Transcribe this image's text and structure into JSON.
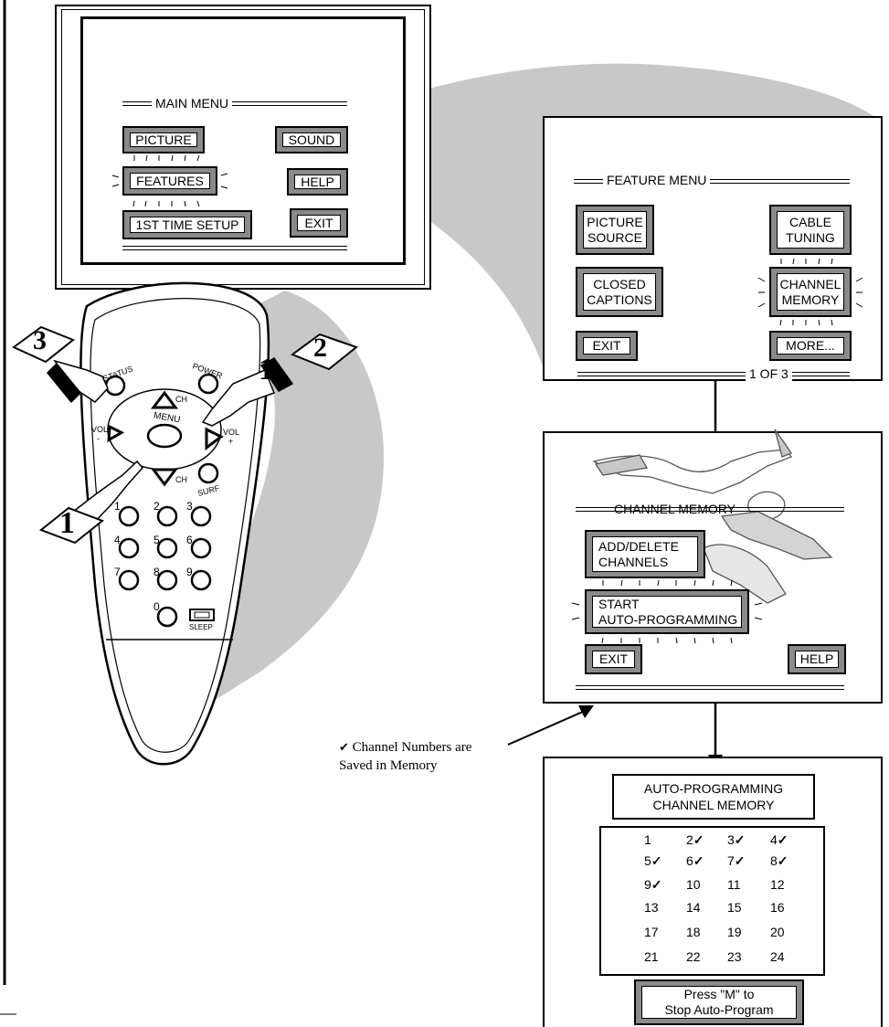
{
  "main_menu": {
    "title": "MAIN MENU",
    "picture": "PICTURE",
    "sound": "SOUND",
    "features": "FEATURES",
    "help": "HELP",
    "first_time_setup": "1ST TIME SETUP",
    "exit": "EXIT"
  },
  "remote": {
    "status": "STATUS",
    "power": "POWER",
    "ch_up": "CH",
    "ch_down": "CH",
    "menu": "MENU",
    "vol_minus": "VOL",
    "vol_minus_sign": "-",
    "vol_plus": "VOL",
    "vol_plus_sign": "+",
    "surf": "SURF",
    "sleep": "SLEEP",
    "digits": [
      "1",
      "2",
      "3",
      "4",
      "5",
      "6",
      "7",
      "8",
      "9",
      "0"
    ]
  },
  "steps": {
    "step_3": "3",
    "step_1_right": "1",
    "step_2": "2",
    "step_1_left": "1"
  },
  "feature_menu": {
    "title": "FEATURE MENU",
    "picture_source": "PICTURE\nSOURCE",
    "cable_tuning": "CABLE\nTUNING",
    "closed_captions": "CLOSED\nCAPTIONS",
    "channel_memory": "CHANNEL\nMEMORY",
    "exit": "EXIT",
    "more": "MORE...",
    "page": "1 OF 3"
  },
  "channel_memory_menu": {
    "title": "CHANNEL MEMORY",
    "add_delete": "ADD/DELETE\nCHANNELS",
    "start_auto": "START\nAUTO-PROGRAMMING",
    "exit": "EXIT",
    "help": "HELP"
  },
  "auto_programming": {
    "header": "AUTO-PROGRAMMING\nCHANNEL MEMORY",
    "check": "✓",
    "channels": [
      {
        "n": "1",
        "saved": false
      },
      {
        "n": "2",
        "saved": true
      },
      {
        "n": "3",
        "saved": true
      },
      {
        "n": "4",
        "saved": true
      },
      {
        "n": "5",
        "saved": true
      },
      {
        "n": "6",
        "saved": true
      },
      {
        "n": "7",
        "saved": true
      },
      {
        "n": "8",
        "saved": true
      },
      {
        "n": "9",
        "saved": true
      },
      {
        "n": "10",
        "saved": false
      },
      {
        "n": "11",
        "saved": false
      },
      {
        "n": "12",
        "saved": false
      },
      {
        "n": "13",
        "saved": false
      },
      {
        "n": "14",
        "saved": false
      },
      {
        "n": "15",
        "saved": false
      },
      {
        "n": "16",
        "saved": false
      },
      {
        "n": "17",
        "saved": false
      },
      {
        "n": "18",
        "saved": false
      },
      {
        "n": "19",
        "saved": false
      },
      {
        "n": "20",
        "saved": false
      },
      {
        "n": "21",
        "saved": false
      },
      {
        "n": "22",
        "saved": false
      },
      {
        "n": "23",
        "saved": false
      },
      {
        "n": "24",
        "saved": false
      }
    ],
    "stop_button": "Press \"M\" to\nStop Auto-Program"
  },
  "annotation": {
    "check_symbol": "✔",
    "line1": "Channel Numbers are",
    "line2": "Saved in Memory"
  }
}
